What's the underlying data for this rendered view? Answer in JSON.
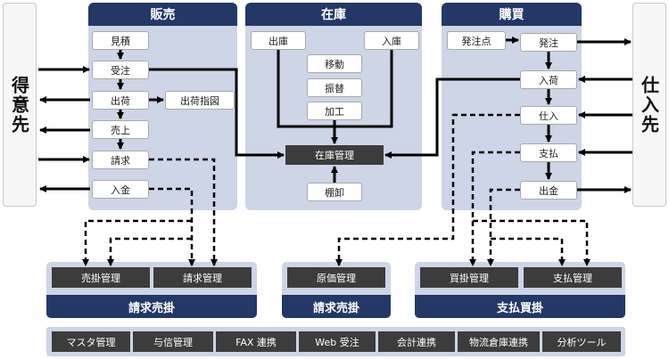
{
  "left_party": {
    "label": "得意先"
  },
  "right_party": {
    "label": "仕入先"
  },
  "sales": {
    "title": "販売",
    "items": [
      "見積",
      "受注",
      "出荷",
      "売上",
      "請求",
      "入金"
    ],
    "shipping_instruction": "出荷指図"
  },
  "inventory": {
    "title": "在庫",
    "outbound": "出庫",
    "inbound": "入庫",
    "ops": [
      "移動",
      "振替",
      "加工"
    ],
    "management": "在庫管理",
    "stocktake": "棚卸"
  },
  "purchasing": {
    "title": "購買",
    "reorder_point": "発注点",
    "items": [
      "発注",
      "入荷",
      "仕入",
      "支払",
      "出金"
    ]
  },
  "groups": [
    {
      "title": "請求売掛",
      "items": [
        "売掛管理",
        "請求管理"
      ]
    },
    {
      "title": "請求売掛",
      "items": [
        "原価管理"
      ]
    },
    {
      "title": "支払買掛",
      "items": [
        "買掛管理",
        "支払管理"
      ]
    }
  ],
  "bottom_strip": [
    "マスタ管理",
    "与信管理",
    "FAX 連携",
    "Web 受注",
    "会計連携",
    "物流倉庫連携",
    "分析ツール"
  ]
}
